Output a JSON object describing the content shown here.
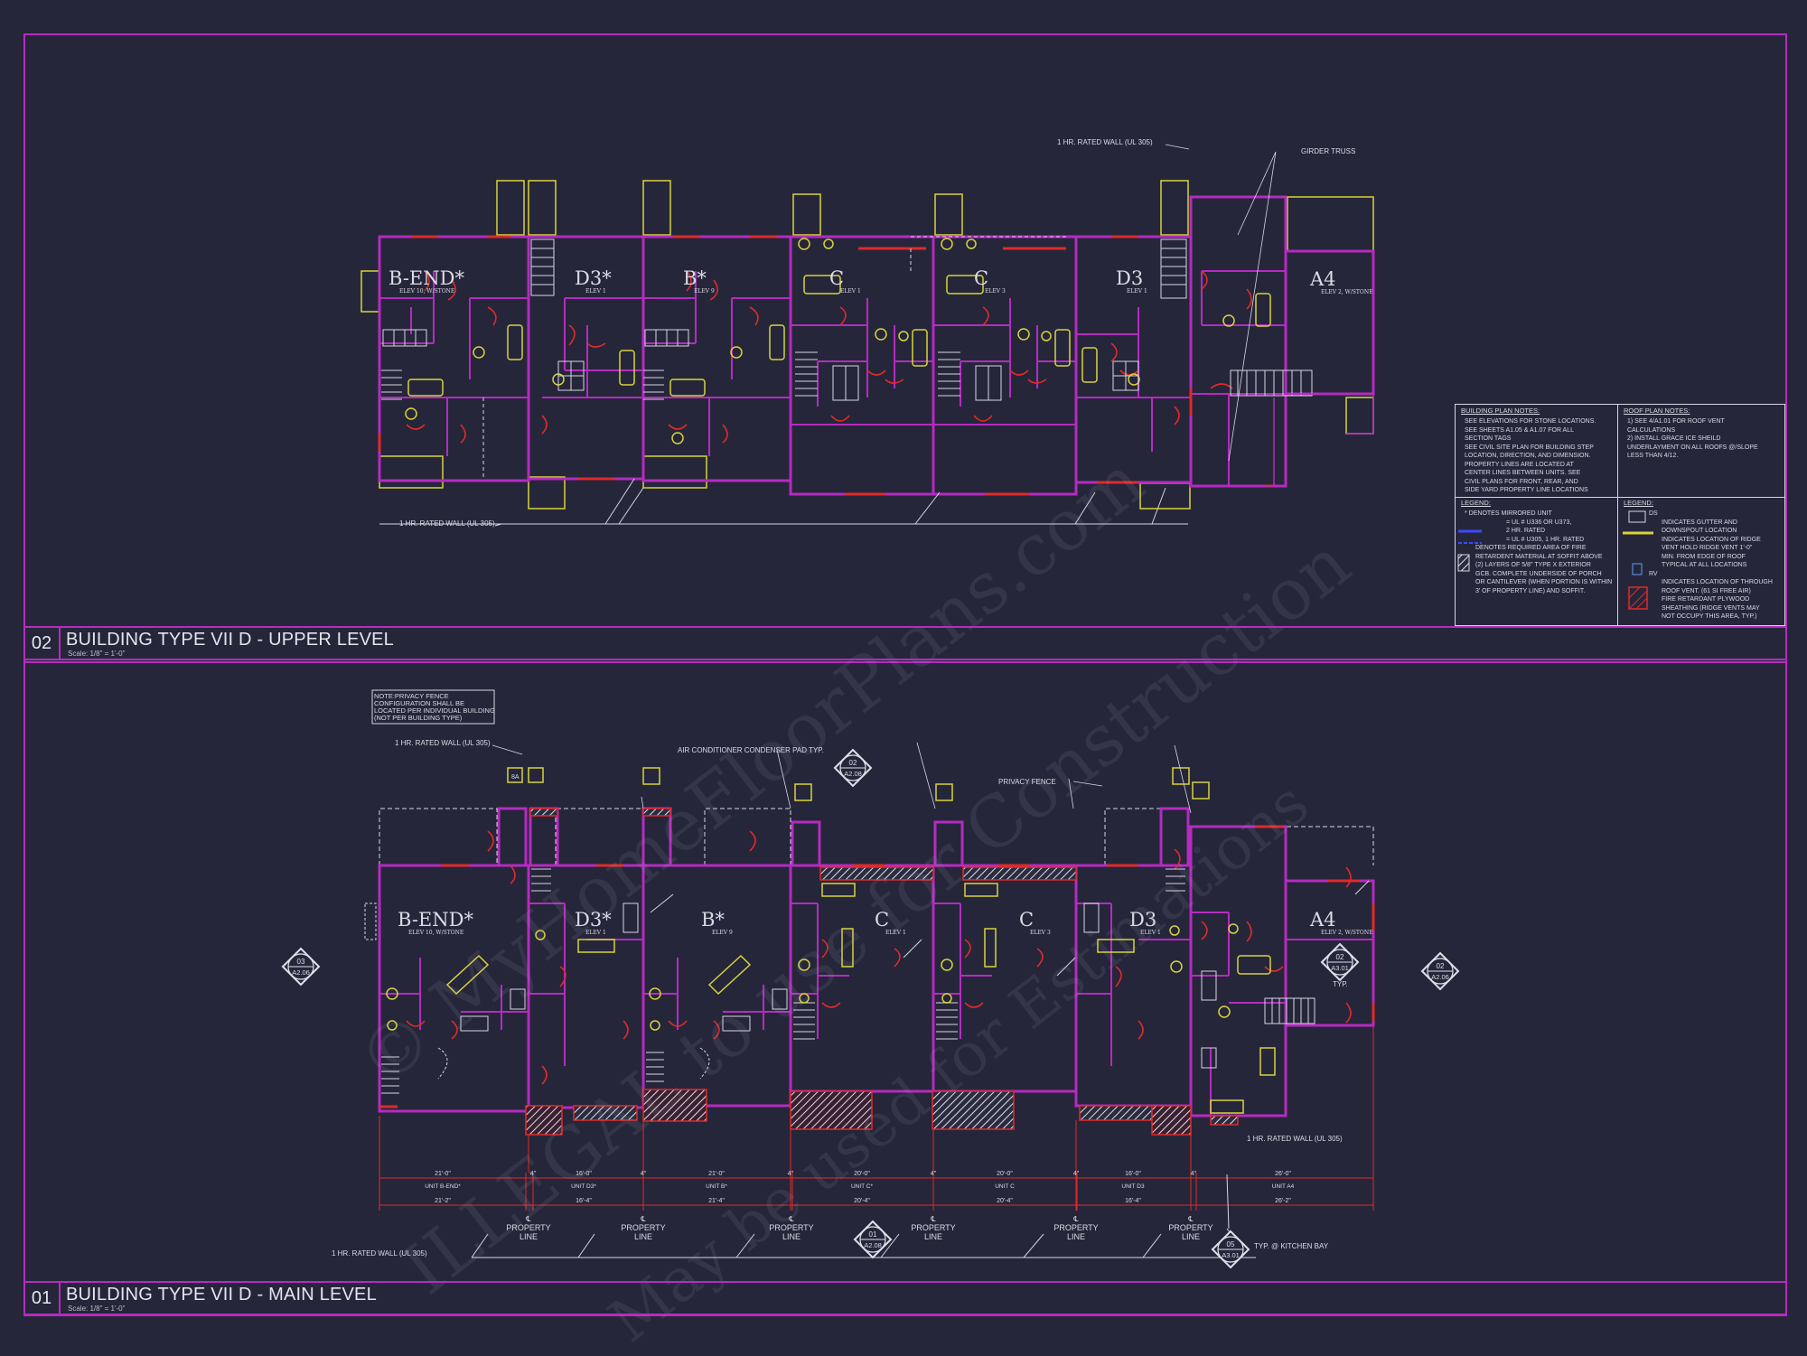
{
  "upper_plan": {
    "number": "02",
    "title": "BUILDING TYPE VII D - UPPER LEVEL",
    "scale": "Scale: 1/8\" = 1'-0\"",
    "units": [
      {
        "name": "B-END*",
        "elev": "ELEV 10, W/STONE"
      },
      {
        "name": "D3*",
        "elev": "ELEV 1"
      },
      {
        "name": "B*",
        "elev": "ELEV 9"
      },
      {
        "name": "C",
        "elev": "ELEV 1"
      },
      {
        "name": "C",
        "elev": "ELEV 3"
      },
      {
        "name": "D3",
        "elev": "ELEV 1"
      },
      {
        "name": "A4",
        "elev": "ELEV 2, W/STONE"
      }
    ],
    "callouts": {
      "rated_wall_top": "1 HR. RATED WALL (UL 305)",
      "girder_truss": "GIRDER TRUSS",
      "rated_wall_bottom": "1 HR. RATED WALL (UL 305)"
    }
  },
  "main_plan": {
    "number": "01",
    "title": "BUILDING TYPE VII D - MAIN LEVEL",
    "scale": "Scale: 1/8\" = 1'-0\"",
    "units": [
      {
        "name": "B-END*",
        "elev": "ELEV 10, W/STONE"
      },
      {
        "name": "D3*",
        "elev": "ELEV 1"
      },
      {
        "name": "B*",
        "elev": "ELEV 9"
      },
      {
        "name": "C",
        "elev": "ELEV 1"
      },
      {
        "name": "C",
        "elev": "ELEV 3"
      },
      {
        "name": "D3",
        "elev": "ELEV 1"
      },
      {
        "name": "A4",
        "elev": "ELEV 2, W/STONE"
      }
    ],
    "note_box": [
      "NOTE:PRIVACY FENCE",
      "CONFIGURATION SHALL BE",
      "LOCATED PER INDIVIDUAL BUILDING",
      "(NOT PER BUILDING TYPE)"
    ],
    "callouts": {
      "rated_wall_top": "1 HR. RATED WALL (UL 305)",
      "ac_pad": "AIR CONDITIONER CONDENSER PAD TYP.",
      "privacy_fence": "PRIVACY FENCE",
      "rated_wall_right": "1 HR. RATED WALL (UL 305)",
      "rated_wall_bottom": "1 HR. RATED WALL (UL 305)",
      "kitchen_bay": "TYP. @ KITCHEN BAY",
      "typ": "TYP."
    },
    "dims": [
      {
        "top": "21'-0\"",
        "unit": "UNIT B-END*",
        "bottom": "21'-2\""
      },
      {
        "top": "4\"",
        "unit": "",
        "bottom": ""
      },
      {
        "top": "16'-0\"",
        "unit": "UNIT D3*",
        "bottom": "16'-4\""
      },
      {
        "top": "4\"",
        "unit": "",
        "bottom": ""
      },
      {
        "top": "21'-0\"",
        "unit": "UNIT B*",
        "bottom": "21'-4\""
      },
      {
        "top": "4\"",
        "unit": "",
        "bottom": ""
      },
      {
        "top": "20'-0\"",
        "unit": "UNIT C*",
        "bottom": "20'-4\""
      },
      {
        "top": "4\"",
        "unit": "",
        "bottom": ""
      },
      {
        "top": "20'-0\"",
        "unit": "UNIT C",
        "bottom": "20'-4\""
      },
      {
        "top": "4\"",
        "unit": "",
        "bottom": ""
      },
      {
        "top": "16'-0\"",
        "unit": "UNIT D3",
        "bottom": "16'-4\""
      },
      {
        "top": "4\"",
        "unit": "",
        "bottom": ""
      },
      {
        "top": "26'-0\"",
        "unit": "UNIT A4",
        "bottom": "26'-2\""
      }
    ],
    "property_line": [
      "PROPERTY",
      "LINE"
    ],
    "section_markers": [
      {
        "num": "03",
        "sheet": "A2.06"
      },
      {
        "num": "02",
        "sheet": "A2.08"
      },
      {
        "num": "02",
        "sheet": "A3.01"
      },
      {
        "num": "02",
        "sheet": "A2.06"
      },
      {
        "num": "01",
        "sheet": "A2.08"
      },
      {
        "num": "05",
        "sheet": "A3.01"
      }
    ],
    "tag_8a": "8A"
  },
  "notes": {
    "building_heading": "BUILDING PLAN NOTES:",
    "building_notes": [
      "SEE ELEVATIONS FOR STONE LOCATIONS.",
      "SEE SHEETS A1.05 & A1.07 FOR ALL",
      "SECTION TAGS",
      "SEE CIVIL SITE PLAN FOR BUILDING STEP",
      "LOCATION, DIRECTION, AND DIMENSION.",
      "PROPERTY LINES ARE LOCATED AT",
      "CENTER LINES BETWEEN UNITS. SEE",
      "CIVIL PLANS FOR FRONT, REAR, AND",
      "SIDE YARD PROPERTY LINE LOCATIONS"
    ],
    "roof_heading": "ROOF PLAN NOTES:",
    "roof_notes": [
      "1) SEE 4/A1.01 FOR ROOF VENT",
      "CALCULATIONS",
      "2) INSTALL GRACE ICE SHEILD",
      "UNDERLAYMENT ON ALL ROOFS @/SLOPE",
      "LESS THAN 4/12."
    ],
    "legend_heading": "LEGEND:",
    "legend_left": [
      "* DENOTES MIRRORED UNIT",
      "= UL # U336 OR U373,",
      "2 HR. RATED",
      "= UL # U305, 1 HR. RATED",
      "DENOTES REQUIRED AREA OF FIRE",
      "RETARDENT MATERIAL AT SOFFIT ABOVE",
      "(2) LAYERS OF 5/8\" TYPE X EXTERIOR",
      "GCB. COMPLETE UNDERSIDE OF PORCH",
      "OR CANTILEVER (WHEN PORTION IS WITHIN",
      "3' OF PROPERTY LINE) AND SOFFIT."
    ],
    "legend_right": [
      "DS",
      "INDICATES GUTTER AND",
      "DOWNSPOUT LOCATION",
      "INDICATES LOCATION OF RIDGE",
      "VENT HOLD RIDGE VENT 1'-0\"",
      "MIN. FROM EDGE OF ROOF",
      "TYPICAL AT ALL LOCATIONS",
      "RV",
      "INDICATES LOCATION OF THROUGH",
      "ROOF VENT. (61 SI FREE AIR)",
      "FIRE RETARDANT PLYWOOD",
      "SHEATHING (RIDGE VENTS MAY",
      "NOT OCCUPY THIS AREA, TYP.)"
    ]
  },
  "watermark": [
    "© MyHomeFloorPlans.com",
    "ILLEGAL to use for Construction",
    "May be used for Estimations"
  ],
  "colors": {
    "background": "#25263a",
    "wall": "#b52bc0",
    "fixture": "#d8d33a",
    "door": "#e02a2a",
    "text": "#dcdce6"
  }
}
